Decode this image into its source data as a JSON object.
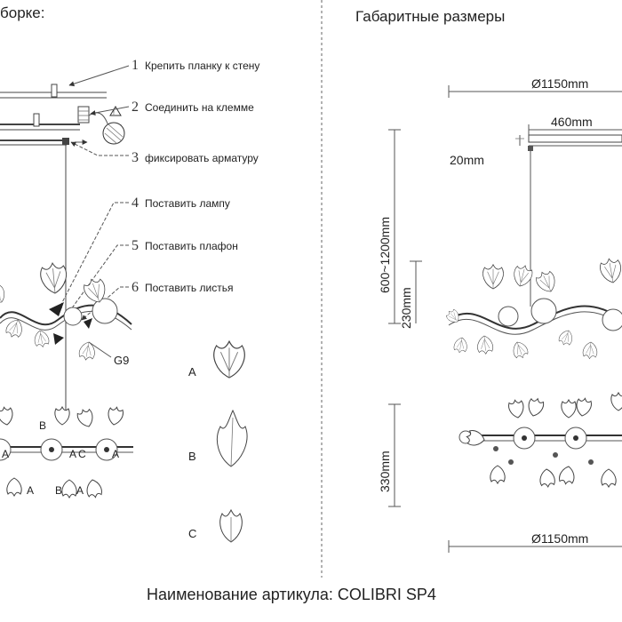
{
  "headers": {
    "assembly": "борке:",
    "dimensions": "Габаритные размеры"
  },
  "steps": [
    {
      "num": "1",
      "text": "Крепить планку к стену"
    },
    {
      "num": "2",
      "text": "Соединить на клемме"
    },
    {
      "num": "3",
      "text": "фиксировать арматуру"
    },
    {
      "num": "4",
      "text": "Поставить лампу"
    },
    {
      "num": "5",
      "text": "Поставить плафон"
    },
    {
      "num": "6",
      "text": "Поставить листья"
    }
  ],
  "bulb_label": "G9",
  "parts": [
    "A",
    "B",
    "C"
  ],
  "callouts": {
    "row1": [
      "A",
      "B",
      "A",
      "C",
      "A"
    ],
    "row2": [
      "A",
      "B",
      "A"
    ]
  },
  "dims": {
    "width_top": "Ø1150mm",
    "canopy": "460mm",
    "canopy_h": "20mm",
    "height_range": "600~1200mm",
    "body_h": "230mm",
    "top_view_h": "330mm",
    "width_bottom": "Ø1150mm"
  },
  "footer": "Наименование артикула: COLIBRI SP4",
  "colors": {
    "ink": "#222222",
    "line": "#555555"
  }
}
